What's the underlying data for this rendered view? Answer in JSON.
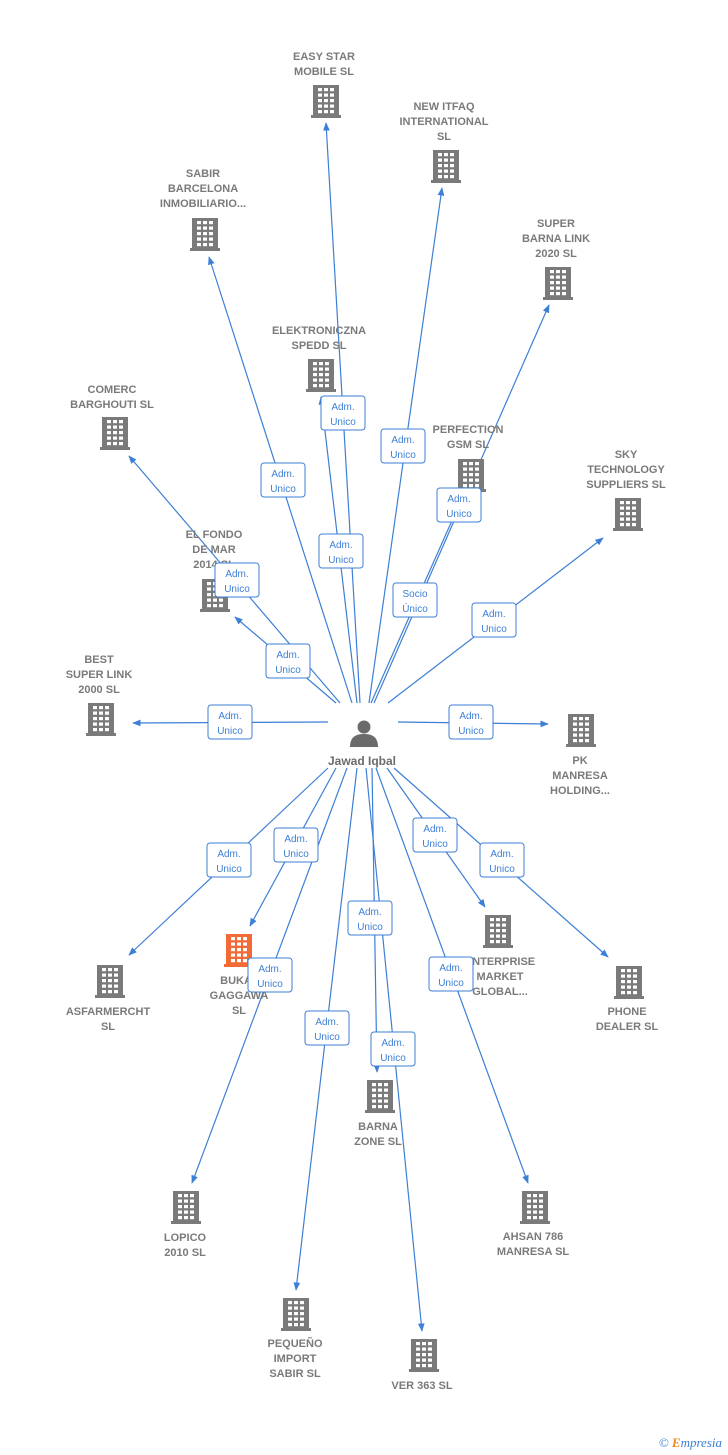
{
  "center": {
    "name": "Jawad Iqbal"
  },
  "colors": {
    "edge": "#3d7fd6",
    "building": "#7a7a7a",
    "highlight": "#f26a35"
  },
  "companies": [
    {
      "id": "easy-star",
      "lines": [
        "EASY STAR",
        "MOBILE  SL"
      ],
      "highlight": false
    },
    {
      "id": "new-itfaq",
      "lines": [
        "NEW ITFAQ",
        "INTERNATIONAL",
        "SL"
      ],
      "highlight": false
    },
    {
      "id": "sabir-barcelona",
      "lines": [
        "SABIR",
        "BARCELONA",
        "INMOBILIARIO..."
      ],
      "highlight": false
    },
    {
      "id": "super-barna",
      "lines": [
        "SUPER",
        "BARNA LINK",
        "2020  SL"
      ],
      "highlight": false
    },
    {
      "id": "elektroniczna",
      "lines": [
        "ELEKTRONICZNA",
        "SPEDD  SL"
      ],
      "highlight": false
    },
    {
      "id": "comerc-barghouti",
      "lines": [
        "COMERC",
        "BARGHOUTI SL"
      ],
      "highlight": false
    },
    {
      "id": "perfection-gsm",
      "lines": [
        "PERFECTION",
        "GSM SL"
      ],
      "highlight": false
    },
    {
      "id": "sky-technology",
      "lines": [
        "SKY",
        "TECHNOLOGY",
        "SUPPLIERS  SL"
      ],
      "highlight": false
    },
    {
      "id": "el-fondo",
      "lines": [
        "EL FONDO",
        "DE MAR",
        "2014  SL"
      ],
      "highlight": false
    },
    {
      "id": "best-super-link",
      "lines": [
        "BEST",
        "SUPER LINK",
        "2000  SL"
      ],
      "highlight": false
    },
    {
      "id": "pk-manresa",
      "lines": [
        "PK",
        "MANRESA",
        "HOLDING..."
      ],
      "highlight": false
    },
    {
      "id": "asfarmercht",
      "lines": [
        "ASFARMERCHT",
        "SL"
      ],
      "highlight": false
    },
    {
      "id": "bukat-gaggawa",
      "lines": [
        "BUKAT",
        "GAGGAWA",
        "SL"
      ],
      "highlight": true
    },
    {
      "id": "enterprise-market",
      "lines": [
        "ENTERPRISE",
        "MARKET",
        "GLOBAL..."
      ],
      "highlight": false
    },
    {
      "id": "phone-dealer",
      "lines": [
        "PHONE",
        "DEALER  SL"
      ],
      "highlight": false
    },
    {
      "id": "barna-zone",
      "lines": [
        "BARNA",
        "ZONE SL"
      ],
      "highlight": false
    },
    {
      "id": "lopico",
      "lines": [
        "LOPICO",
        "2010 SL"
      ],
      "highlight": false
    },
    {
      "id": "ahsan-786",
      "lines": [
        "AHSAN 786",
        "MANRESA SL"
      ],
      "highlight": false
    },
    {
      "id": "pequeno-import",
      "lines": [
        "PEQUEÑO",
        "IMPORT",
        "SABIR  SL"
      ],
      "highlight": false
    },
    {
      "id": "ver-363",
      "lines": [
        "VER 363 SL"
      ],
      "highlight": false
    }
  ],
  "relations": [
    {
      "target": "easy-star",
      "role": [
        "Adm.",
        "Unico"
      ]
    },
    {
      "target": "new-itfaq",
      "role": [
        "Adm.",
        "Unico"
      ]
    },
    {
      "target": "sabir-barcelona",
      "role": [
        "Adm.",
        "Unico"
      ]
    },
    {
      "target": "super-barna",
      "role": [
        "Adm.",
        "Unico"
      ]
    },
    {
      "target": "elektroniczna",
      "role": [
        "Adm.",
        "Unico"
      ]
    },
    {
      "target": "comerc-barghouti",
      "role": [
        "Adm.",
        "Unico"
      ]
    },
    {
      "target": "perfection-gsm",
      "role": [
        "Socio",
        "Único"
      ]
    },
    {
      "target": "sky-technology",
      "role": [
        "Adm.",
        "Unico"
      ]
    },
    {
      "target": "el-fondo",
      "role": [
        "Adm.",
        "Unico"
      ]
    },
    {
      "target": "best-super-link",
      "role": [
        "Adm.",
        "Unico"
      ]
    },
    {
      "target": "pk-manresa",
      "role": [
        "Adm.",
        "Unico"
      ]
    },
    {
      "target": "asfarmercht",
      "role": [
        "Adm.",
        "Unico"
      ]
    },
    {
      "target": "bukat-gaggawa",
      "role": [
        "Adm.",
        "Unico"
      ]
    },
    {
      "target": "enterprise-market",
      "role": [
        "Adm.",
        "Unico"
      ]
    },
    {
      "target": "phone-dealer",
      "role": [
        "Adm.",
        "Unico"
      ]
    },
    {
      "target": "barna-zone",
      "role": [
        "Adm.",
        "Unico"
      ]
    },
    {
      "target": "lopico",
      "role": [
        "Adm.",
        "Unico"
      ]
    },
    {
      "target": "ahsan-786",
      "role": [
        "Adm.",
        "Unico"
      ]
    },
    {
      "target": "pequeno-import",
      "role": [
        "Adm.",
        "Unico"
      ]
    },
    {
      "target": "ver-363",
      "role": [
        "Adm.",
        "Unico"
      ]
    }
  ],
  "footer": {
    "copyright": "©",
    "brand_initial": "E",
    "brand_rest": "mpresia"
  }
}
